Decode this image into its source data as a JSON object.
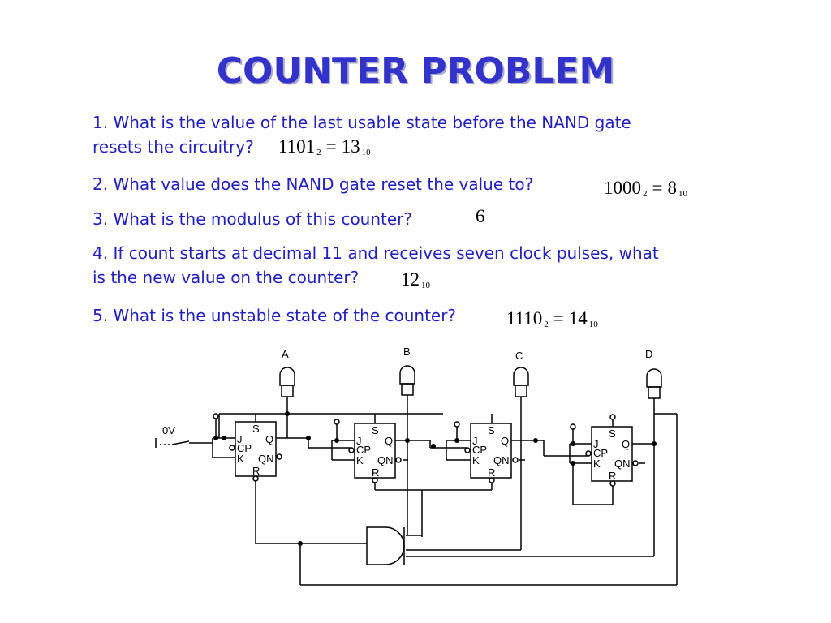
{
  "title": "COUNTER PROBLEM",
  "questions": [
    {
      "line1": "1. What is the value of the last usable state before the NAND gate",
      "line2": "resets the circuitry?"
    },
    {
      "line1": "2. What value does the NAND gate reset the value to?"
    },
    {
      "line1": "3. What is the modulus of this counter?"
    },
    {
      "line1": "4. If count starts at decimal 11 and receives seven clock pulses, what",
      "line2": "is the new value on the counter?"
    },
    {
      "line1": "5. What is the unstable state of the counter?"
    }
  ],
  "answers": {
    "a1": {
      "binary": "1101",
      "base_b": "2",
      "decimal": "13",
      "base_d": "10"
    },
    "a2": {
      "binary": "1000",
      "base_b": "2",
      "decimal": "8",
      "base_d": "10"
    },
    "a3": {
      "value": "6"
    },
    "a4": {
      "decimal": "12",
      "base_d": "10"
    },
    "a5": {
      "binary": "1110",
      "base_b": "2",
      "decimal": "14",
      "base_d": "10"
    }
  },
  "circuit": {
    "probes": [
      "A",
      "B",
      "C",
      "D"
    ],
    "switch_label": "0V",
    "ff_pins": {
      "s": "S",
      "j": "J",
      "cp": "CP",
      "k": "K",
      "q": "Q",
      "qn": "QN",
      "r": "R"
    }
  }
}
